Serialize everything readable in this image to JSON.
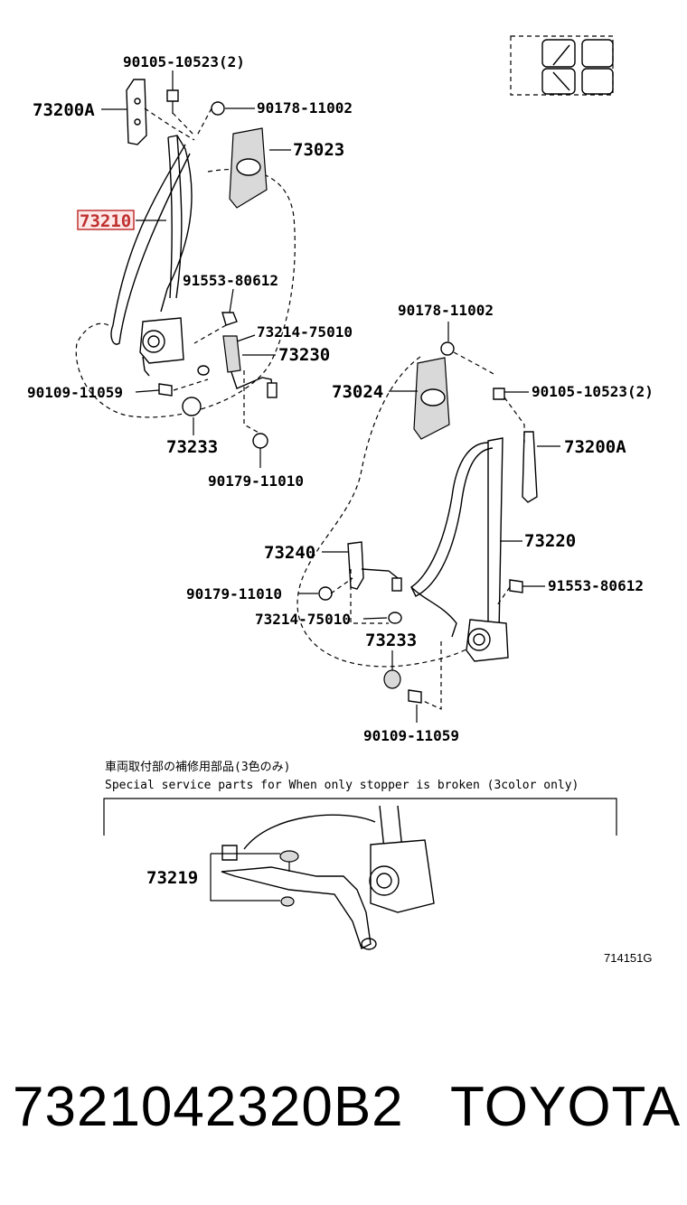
{
  "labels": {
    "upper_left": {
      "l90105a": "90105-10523(2)",
      "l73200a": "73200A",
      "l90178a": "90178-11002",
      "l73023": "73023",
      "l73210": "73210",
      "l91553a": "91553-80612",
      "l73214a": "73214-75010",
      "l73230": "73230",
      "l90109a": "90109-11059",
      "l73233a": "73233",
      "l90179a": "90179-11010"
    },
    "lower_right": {
      "l90178b": "90178-11002",
      "l73024": "73024",
      "l90105b": "90105-10523(2)",
      "l73200b": "73200A",
      "l73220": "73220",
      "l73240": "73240",
      "l91553b": "91553-80612",
      "l90179b": "90179-11010",
      "l73214b": "73214-75010",
      "l73233b": "73233",
      "l90109b": "90109-11059"
    },
    "service": {
      "note_jp": "車両取付部の補修用部品(3色のみ)",
      "note_en": "Special service parts for When only stopper is broken (3color only)",
      "l73219": "73219"
    },
    "illustration_code": "714151G"
  },
  "highlight_color": "#c03030",
  "footer": {
    "part_number": "7321042320B2",
    "brand": "TOYOTA"
  }
}
